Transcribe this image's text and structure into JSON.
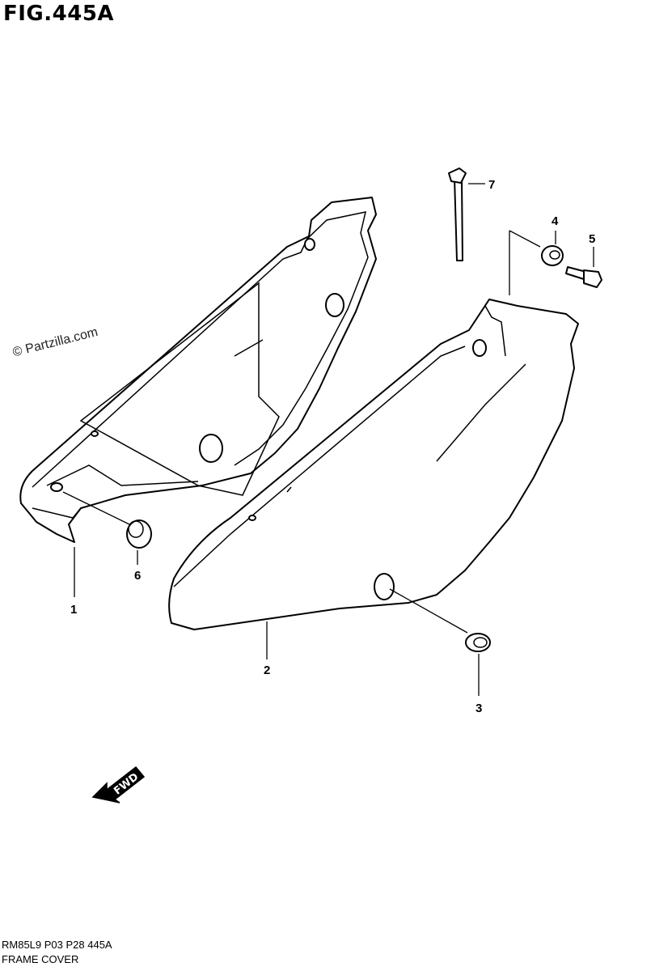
{
  "figure": {
    "title": "FIG.445A"
  },
  "watermark": "© Partzilla.com",
  "direction_arrow": {
    "label": "FWD"
  },
  "callouts": [
    "1",
    "2",
    "3",
    "4",
    "5",
    "6",
    "7"
  ],
  "footer": {
    "code": "RM85L9  P03  P28  445A",
    "name": "FRAME COVER"
  }
}
